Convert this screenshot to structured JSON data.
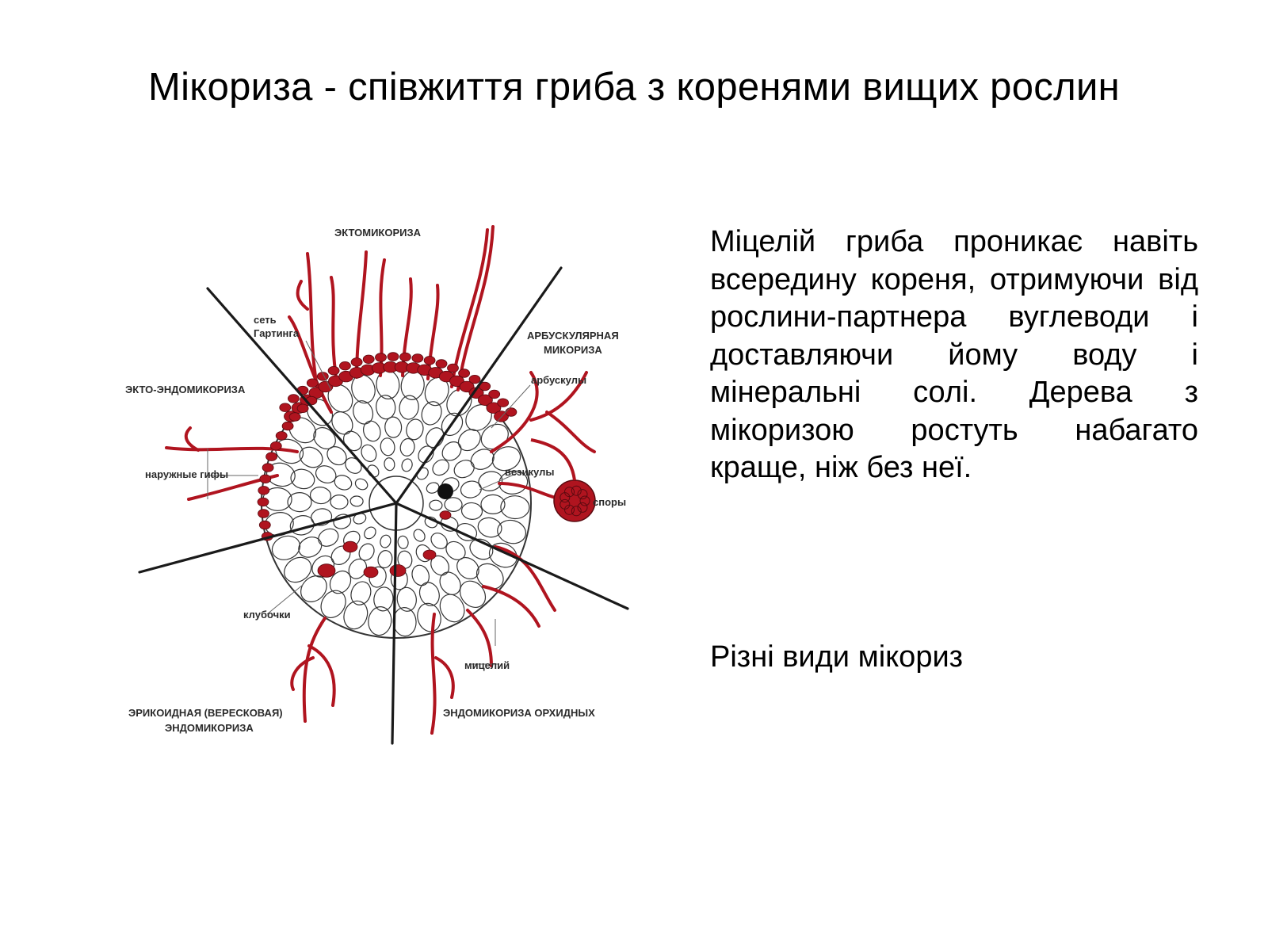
{
  "title": "Мікориза - співжиття гриба з коренями вищих рослин",
  "description": "Міцелій гриба проникає навіть всередину кореня, отримуючи від рослини-партнера вуглеводи і доставляючи йому воду і мінеральні солі. Дерева з мікоризою ростуть набагато краще, ніж без неї.",
  "caption": "Різні види мікориз",
  "diagram": {
    "labels": {
      "ectomycorrhiza": "ЭКТОМИКОРИЗА",
      "hartig_net_1": "сеть",
      "hartig_net_2": "Гартинга",
      "ecto_endo": "ЭКТО-ЭНДОМИКОРИЗА",
      "outer_hyphae": "наружные гифы",
      "arbuscular_1": "АРБУСКУЛЯРНАЯ",
      "arbuscular_2": "МИКОРИЗА",
      "arbuscules": "арбускулы",
      "vesicles": "везикулы",
      "spores": "споры",
      "coils": "клубочки",
      "mycelium": "мицелий",
      "ericoid_1": "ЭРИКОИДНАЯ (ВЕРЕСКОВАЯ)",
      "ericoid_2": "ЭНДОМИКОРИЗА",
      "orchid": "ЭНДОМИКОРИЗА ОРХИДНЫХ"
    },
    "colors": {
      "fungus": "#b0141f",
      "lines": "#1a1a1a",
      "cells": "#333333"
    }
  }
}
